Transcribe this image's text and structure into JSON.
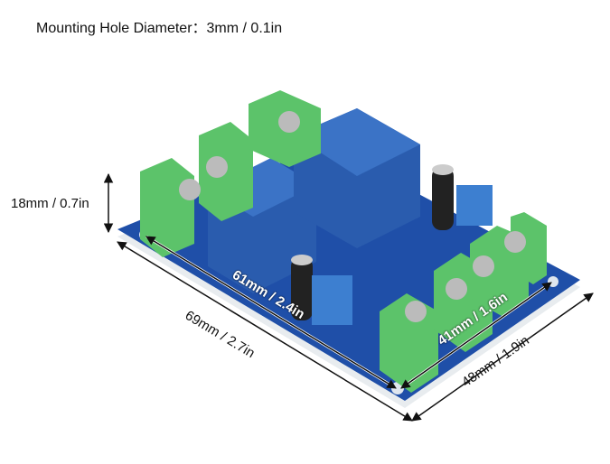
{
  "title": "Mounting Hole Diameter：3mm / 0.1in",
  "dimensions": {
    "height": "18mm / 0.7in",
    "length": "69mm / 2.7in",
    "hole_spacing_length": "61mm / 2.4in",
    "width": "48mm / 1.9in",
    "hole_spacing_width": "41mm / 1.6in"
  },
  "colors": {
    "pcb": "#1f4fa8",
    "relay": "#2f63b5",
    "terminal": "#5cc36a",
    "text": "#111111"
  }
}
